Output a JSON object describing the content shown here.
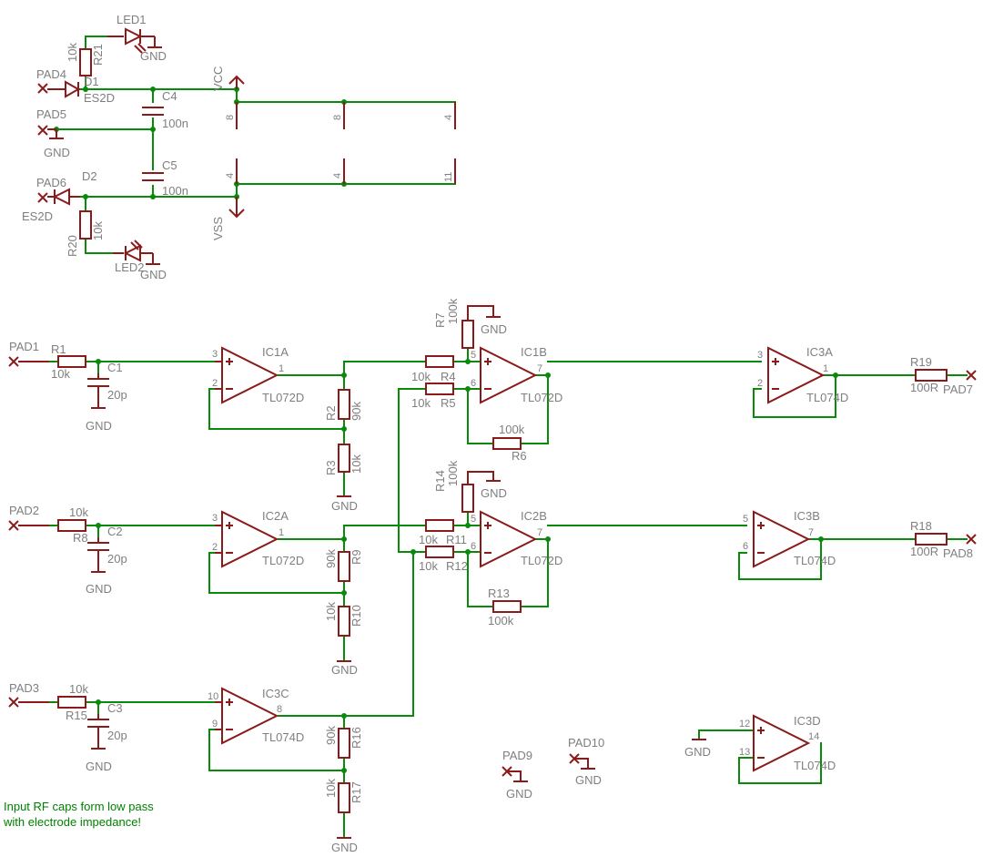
{
  "parts": {
    "led1": "LED1",
    "led2": "LED2",
    "r21": "R21",
    "r21_val": "10k",
    "r20": "R20",
    "r20_val": "10k",
    "pad4": "PAD4",
    "pad5": "PAD5",
    "pad6": "PAD6",
    "d1": "D1",
    "d1_val": "ES2D",
    "d2": "D2",
    "d2_val": "ES2D",
    "c4": "C4",
    "c4_val": "100n",
    "c5": "C5",
    "c5_val": "100n",
    "vcc": "VCC",
    "vss": "VSS",
    "gnd": "GND",
    "pad1": "PAD1",
    "pad2": "PAD2",
    "pad3": "PAD3",
    "r1": "R1",
    "r1_val": "10k",
    "r8": "R8",
    "r8_val": "10k",
    "r15": "R15",
    "r15_val": "10k",
    "c1": "C1",
    "c1_val": "20p",
    "c2": "C2",
    "c2_val": "20p",
    "c3": "C3",
    "c3_val": "20p",
    "ic1a": "IC1A",
    "ic2a": "IC2A",
    "ic3c": "IC3C",
    "ic1b": "IC1B",
    "ic2b": "IC2B",
    "ic3a": "IC3A",
    "ic3b": "IC3B",
    "ic3d": "IC3D",
    "tl072d": "TL072D",
    "tl074d": "TL074D",
    "r2": "R2",
    "r2_val": "90k",
    "r3": "R3",
    "r3_val": "10k",
    "r9": "R9",
    "r9_val": "90k",
    "r10": "R10",
    "r10_val": "10k",
    "r16": "R16",
    "r16_val": "90k",
    "r17": "R17",
    "r17_val": "10k",
    "r4": "R4",
    "r4_val": "10k",
    "r5": "R5",
    "r5_val": "10k",
    "r6": "R6",
    "r6_val": "100k",
    "r7": "R7",
    "r7_val": "100k",
    "r11": "R11",
    "r11_val": "10k",
    "r12": "R12",
    "r12_val": "10k",
    "r13": "R13",
    "r13_val": "100k",
    "r14": "R14",
    "r14_val": "100k",
    "r18": "R18",
    "r18_val": "100R",
    "r19": "R19",
    "r19_val": "100R",
    "pad7": "PAD7",
    "pad8": "PAD8",
    "pad9": "PAD9",
    "pad10": "PAD10"
  },
  "pins": {
    "p1": "1",
    "p2": "2",
    "p3": "3",
    "p4": "4",
    "p5": "5",
    "p6": "6",
    "p7": "7",
    "p8": "8",
    "p9": "9",
    "p10": "10",
    "p11": "11",
    "p12": "12",
    "p13": "13",
    "p14": "14"
  },
  "note": {
    "line1": "Input RF caps form low pass",
    "line2": "with electrode impedance!"
  },
  "colors": {
    "wire": "#0a8a0a",
    "part": "#8b1a1a",
    "text": "#7f7f7f",
    "note": "#008000"
  }
}
